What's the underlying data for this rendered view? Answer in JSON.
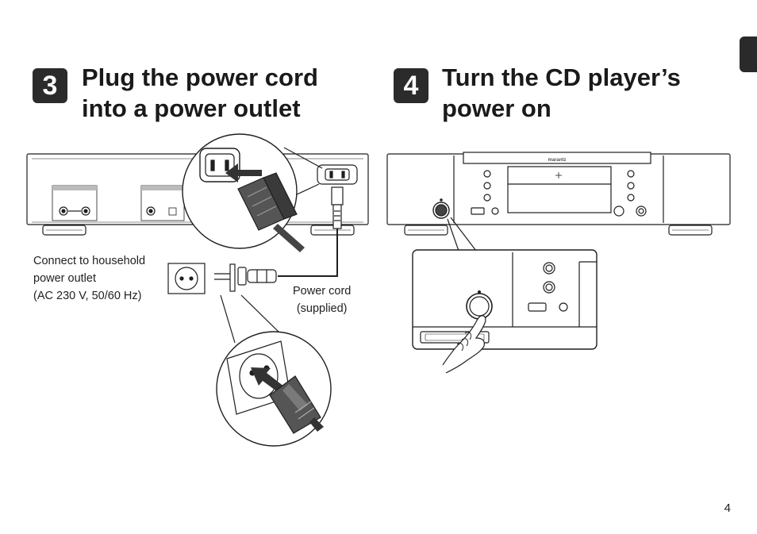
{
  "steps": [
    {
      "number": "3",
      "title_lines": [
        "Plug the power cord",
        "into a power outlet"
      ]
    },
    {
      "number": "4",
      "title_lines": [
        "Turn the CD player’s",
        "power on"
      ]
    }
  ],
  "captions": {
    "outlet": [
      "Connect to household",
      "power outlet",
      "(AC 230 V, 50/60 Hz)"
    ],
    "cord": [
      "Power cord",
      "(supplied)"
    ]
  },
  "device": {
    "brand": "marantz"
  },
  "page_number": "4",
  "colors": {
    "badge": "#2b2b2b",
    "line": "#1f1f1f",
    "tab": "#2a2a2a"
  },
  "icons": [
    "power-plug-icon",
    "wall-socket-icon",
    "hand-pressing-icon",
    "power-button-icon"
  ]
}
